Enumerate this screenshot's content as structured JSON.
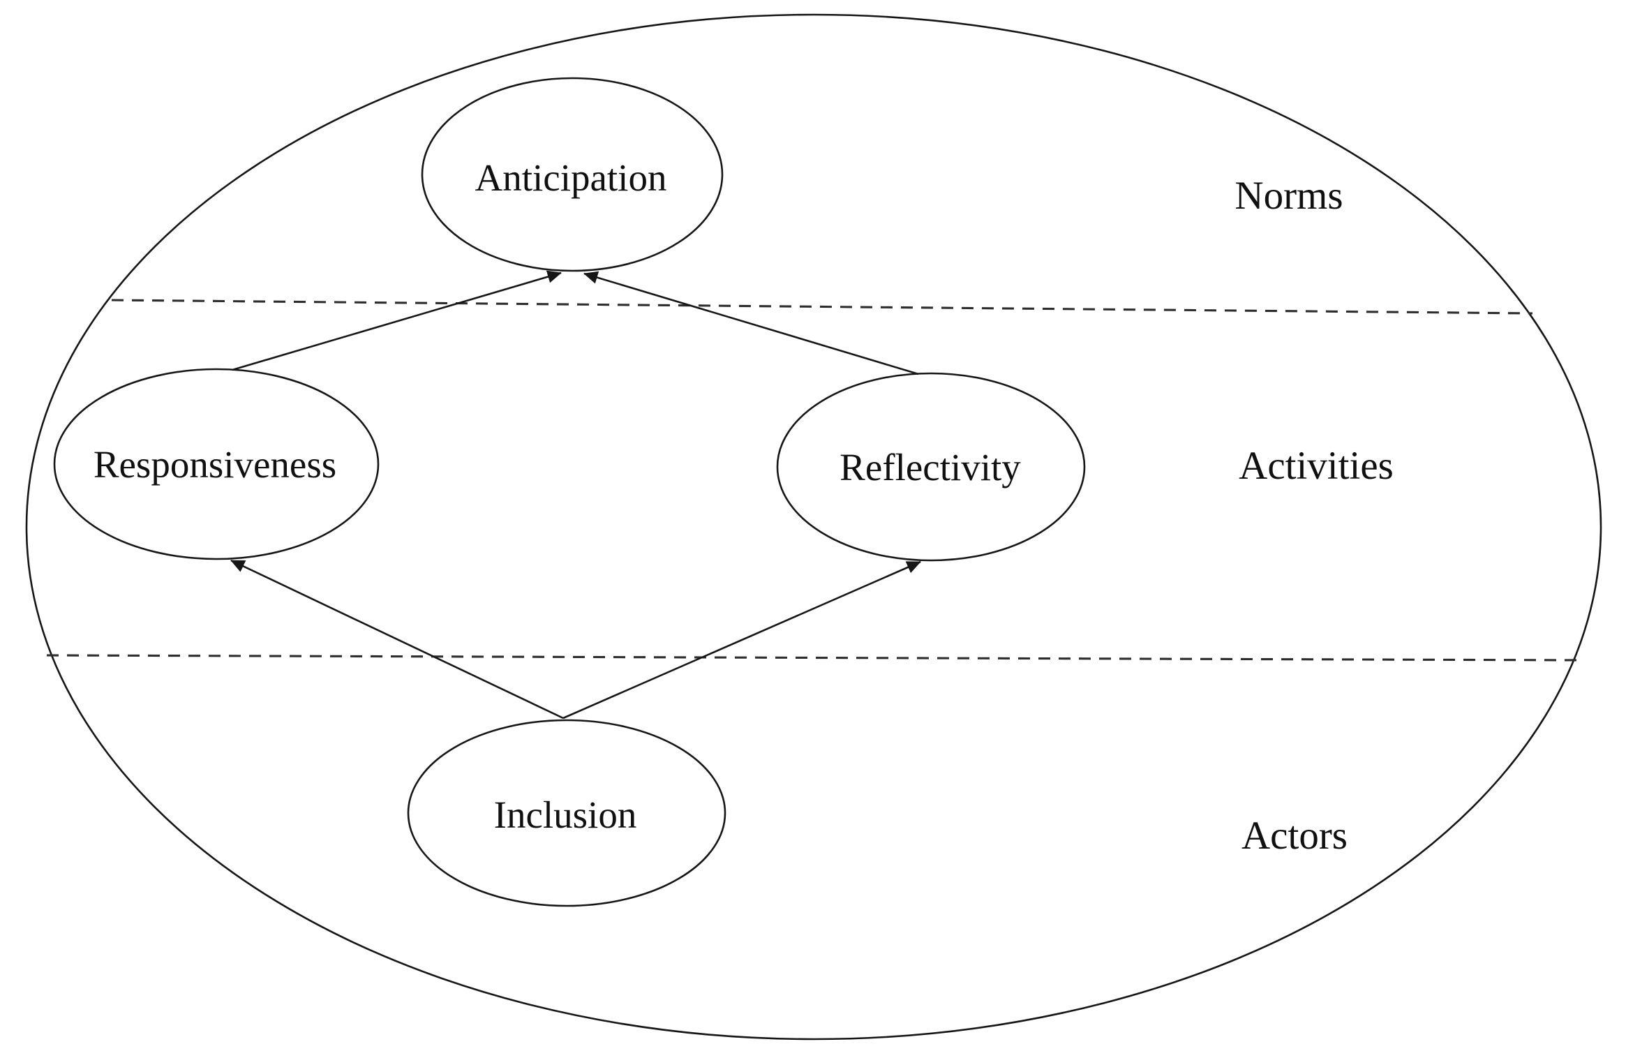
{
  "figure": {
    "type": "concept-diagram",
    "background_color": "#ffffff",
    "line_color": "#161616",
    "dashed_line_color": "#2d2d2d",
    "text_color": "#101010",
    "nodes": [
      {
        "id": "anticipation",
        "label": "Anticipation"
      },
      {
        "id": "responsiveness",
        "label": "Responsiveness"
      },
      {
        "id": "reflectivity",
        "label": "Reflectivity"
      },
      {
        "id": "inclusion",
        "label": "Inclusion"
      }
    ],
    "zone_labels": [
      {
        "id": "norms",
        "label": "Norms"
      },
      {
        "id": "activities",
        "label": "Activities"
      },
      {
        "id": "actors",
        "label": "Actors"
      }
    ],
    "arrows": [
      {
        "from": "Responsiveness",
        "to": "Anticipation"
      },
      {
        "from": "Reflectivity",
        "to": "Anticipation"
      },
      {
        "from": "Inclusion",
        "to": "Responsiveness"
      },
      {
        "from": "Inclusion",
        "to": "Reflectivity"
      }
    ]
  }
}
